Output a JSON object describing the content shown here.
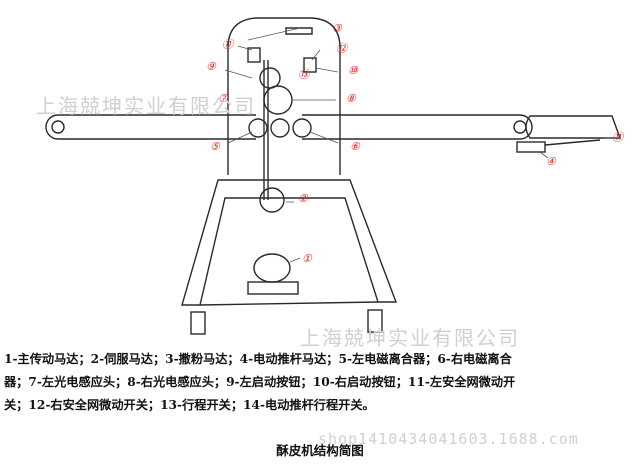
{
  "watermarks": [
    {
      "id": "wm-1",
      "text": "上海兢坤实业有限公司"
    },
    {
      "id": "wm-2",
      "text": "上海兢坤实业有限公司"
    },
    {
      "id": "wm-3",
      "text": "shop1410434041603.1688.com"
    }
  ],
  "callouts": [
    "①",
    "②",
    "③",
    "④",
    "⑤",
    "⑥",
    "⑦",
    "⑧",
    "⑨",
    "⑩",
    "⑪",
    "⑫",
    "⑬",
    "⑭"
  ],
  "legend": {
    "lines": [
      "1-主传动马达；2-伺服马达；3-撒粉马达；4-电动推杆马达；5-左电磁离合器；6-右电磁离合",
      "器；7-左光电感应头；8-右光电感应头；9-左启动按钮；10-右启动按钮；11-左安全网微动开",
      "关；12-右安全网微动开关；13-行程开关；14-电动推杆行程开关。"
    ]
  },
  "caption": "酥皮机结构简图",
  "colors": {
    "line": "#2a2a2a",
    "callout": "#dd2222",
    "watermark": "#d0d0d0"
  }
}
